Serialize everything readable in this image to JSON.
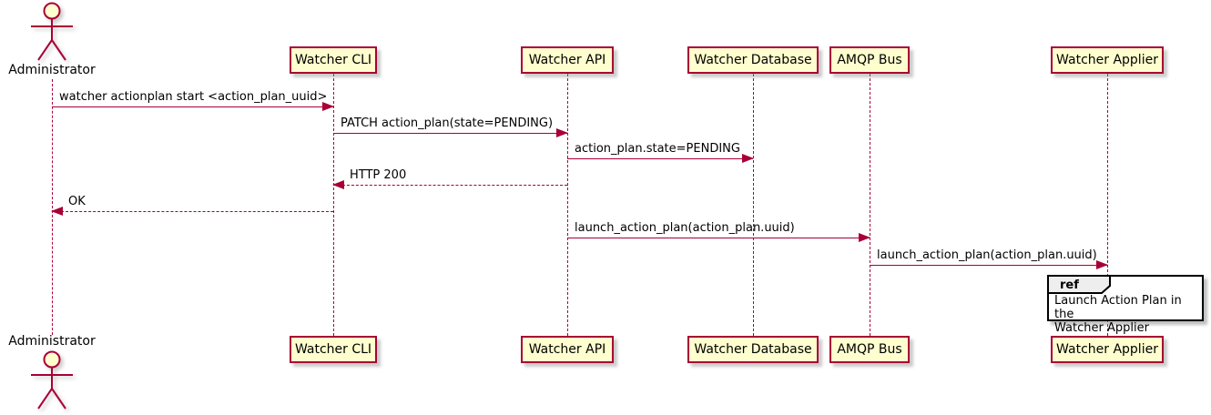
{
  "colors": {
    "participant_fill": "#FEFECE",
    "participant_border": "#A80036",
    "arrow": "#A80036",
    "ref_border": "#000000",
    "ref_header_fill": "#EEEEEE",
    "text": "#000000"
  },
  "actor": {
    "name": "Administrator"
  },
  "participants": [
    {
      "name": "Watcher CLI"
    },
    {
      "name": "Watcher API"
    },
    {
      "name": "Watcher Database"
    },
    {
      "name": "AMQP Bus"
    },
    {
      "name": "Watcher Applier"
    }
  ],
  "messages": [
    {
      "from": "Administrator",
      "to": "Watcher CLI",
      "label": "watcher actionplan start <action_plan_uuid>",
      "line": "solid",
      "direction": "right"
    },
    {
      "from": "Watcher CLI",
      "to": "Watcher API",
      "label": "PATCH action_plan(state=PENDING)",
      "line": "solid",
      "direction": "right"
    },
    {
      "from": "Watcher API",
      "to": "Watcher Database",
      "label": "action_plan.state=PENDING",
      "line": "solid",
      "direction": "right"
    },
    {
      "from": "Watcher API",
      "to": "Watcher CLI",
      "label": "HTTP 200",
      "line": "dashed",
      "direction": "left"
    },
    {
      "from": "Watcher CLI",
      "to": "Administrator",
      "label": "OK",
      "line": "dashed",
      "direction": "left"
    },
    {
      "from": "Watcher API",
      "to": "AMQP Bus",
      "label": "launch_action_plan(action_plan.uuid)",
      "line": "solid",
      "direction": "right"
    },
    {
      "from": "AMQP Bus",
      "to": "Watcher Applier",
      "label": "launch_action_plan(action_plan.uuid)",
      "line": "solid",
      "direction": "right"
    }
  ],
  "ref": {
    "keyword": "ref",
    "text": "Launch Action Plan in the\nWatcher Applier"
  }
}
